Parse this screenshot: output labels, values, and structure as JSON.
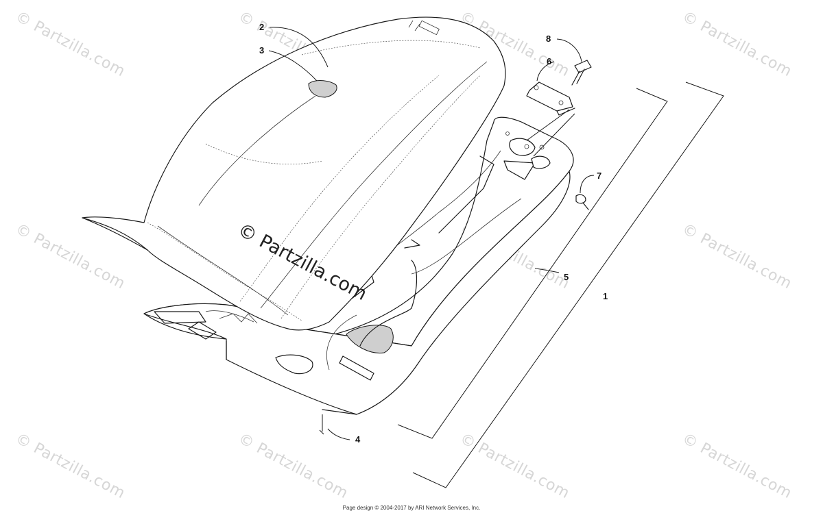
{
  "watermark_text": "© Partzilla.com",
  "center_watermark_text": "© Partzilla.com",
  "callouts": [
    {
      "id": "2",
      "label": "2"
    },
    {
      "id": "3",
      "label": "3"
    },
    {
      "id": "8",
      "label": "8"
    },
    {
      "id": "6",
      "label": "6"
    },
    {
      "id": "7",
      "label": "7"
    },
    {
      "id": "5",
      "label": "5"
    },
    {
      "id": "1",
      "label": "1"
    },
    {
      "id": "4",
      "label": "4"
    }
  ],
  "footer": "Page design © 2004-2017 by ARI Network Services, Inc."
}
